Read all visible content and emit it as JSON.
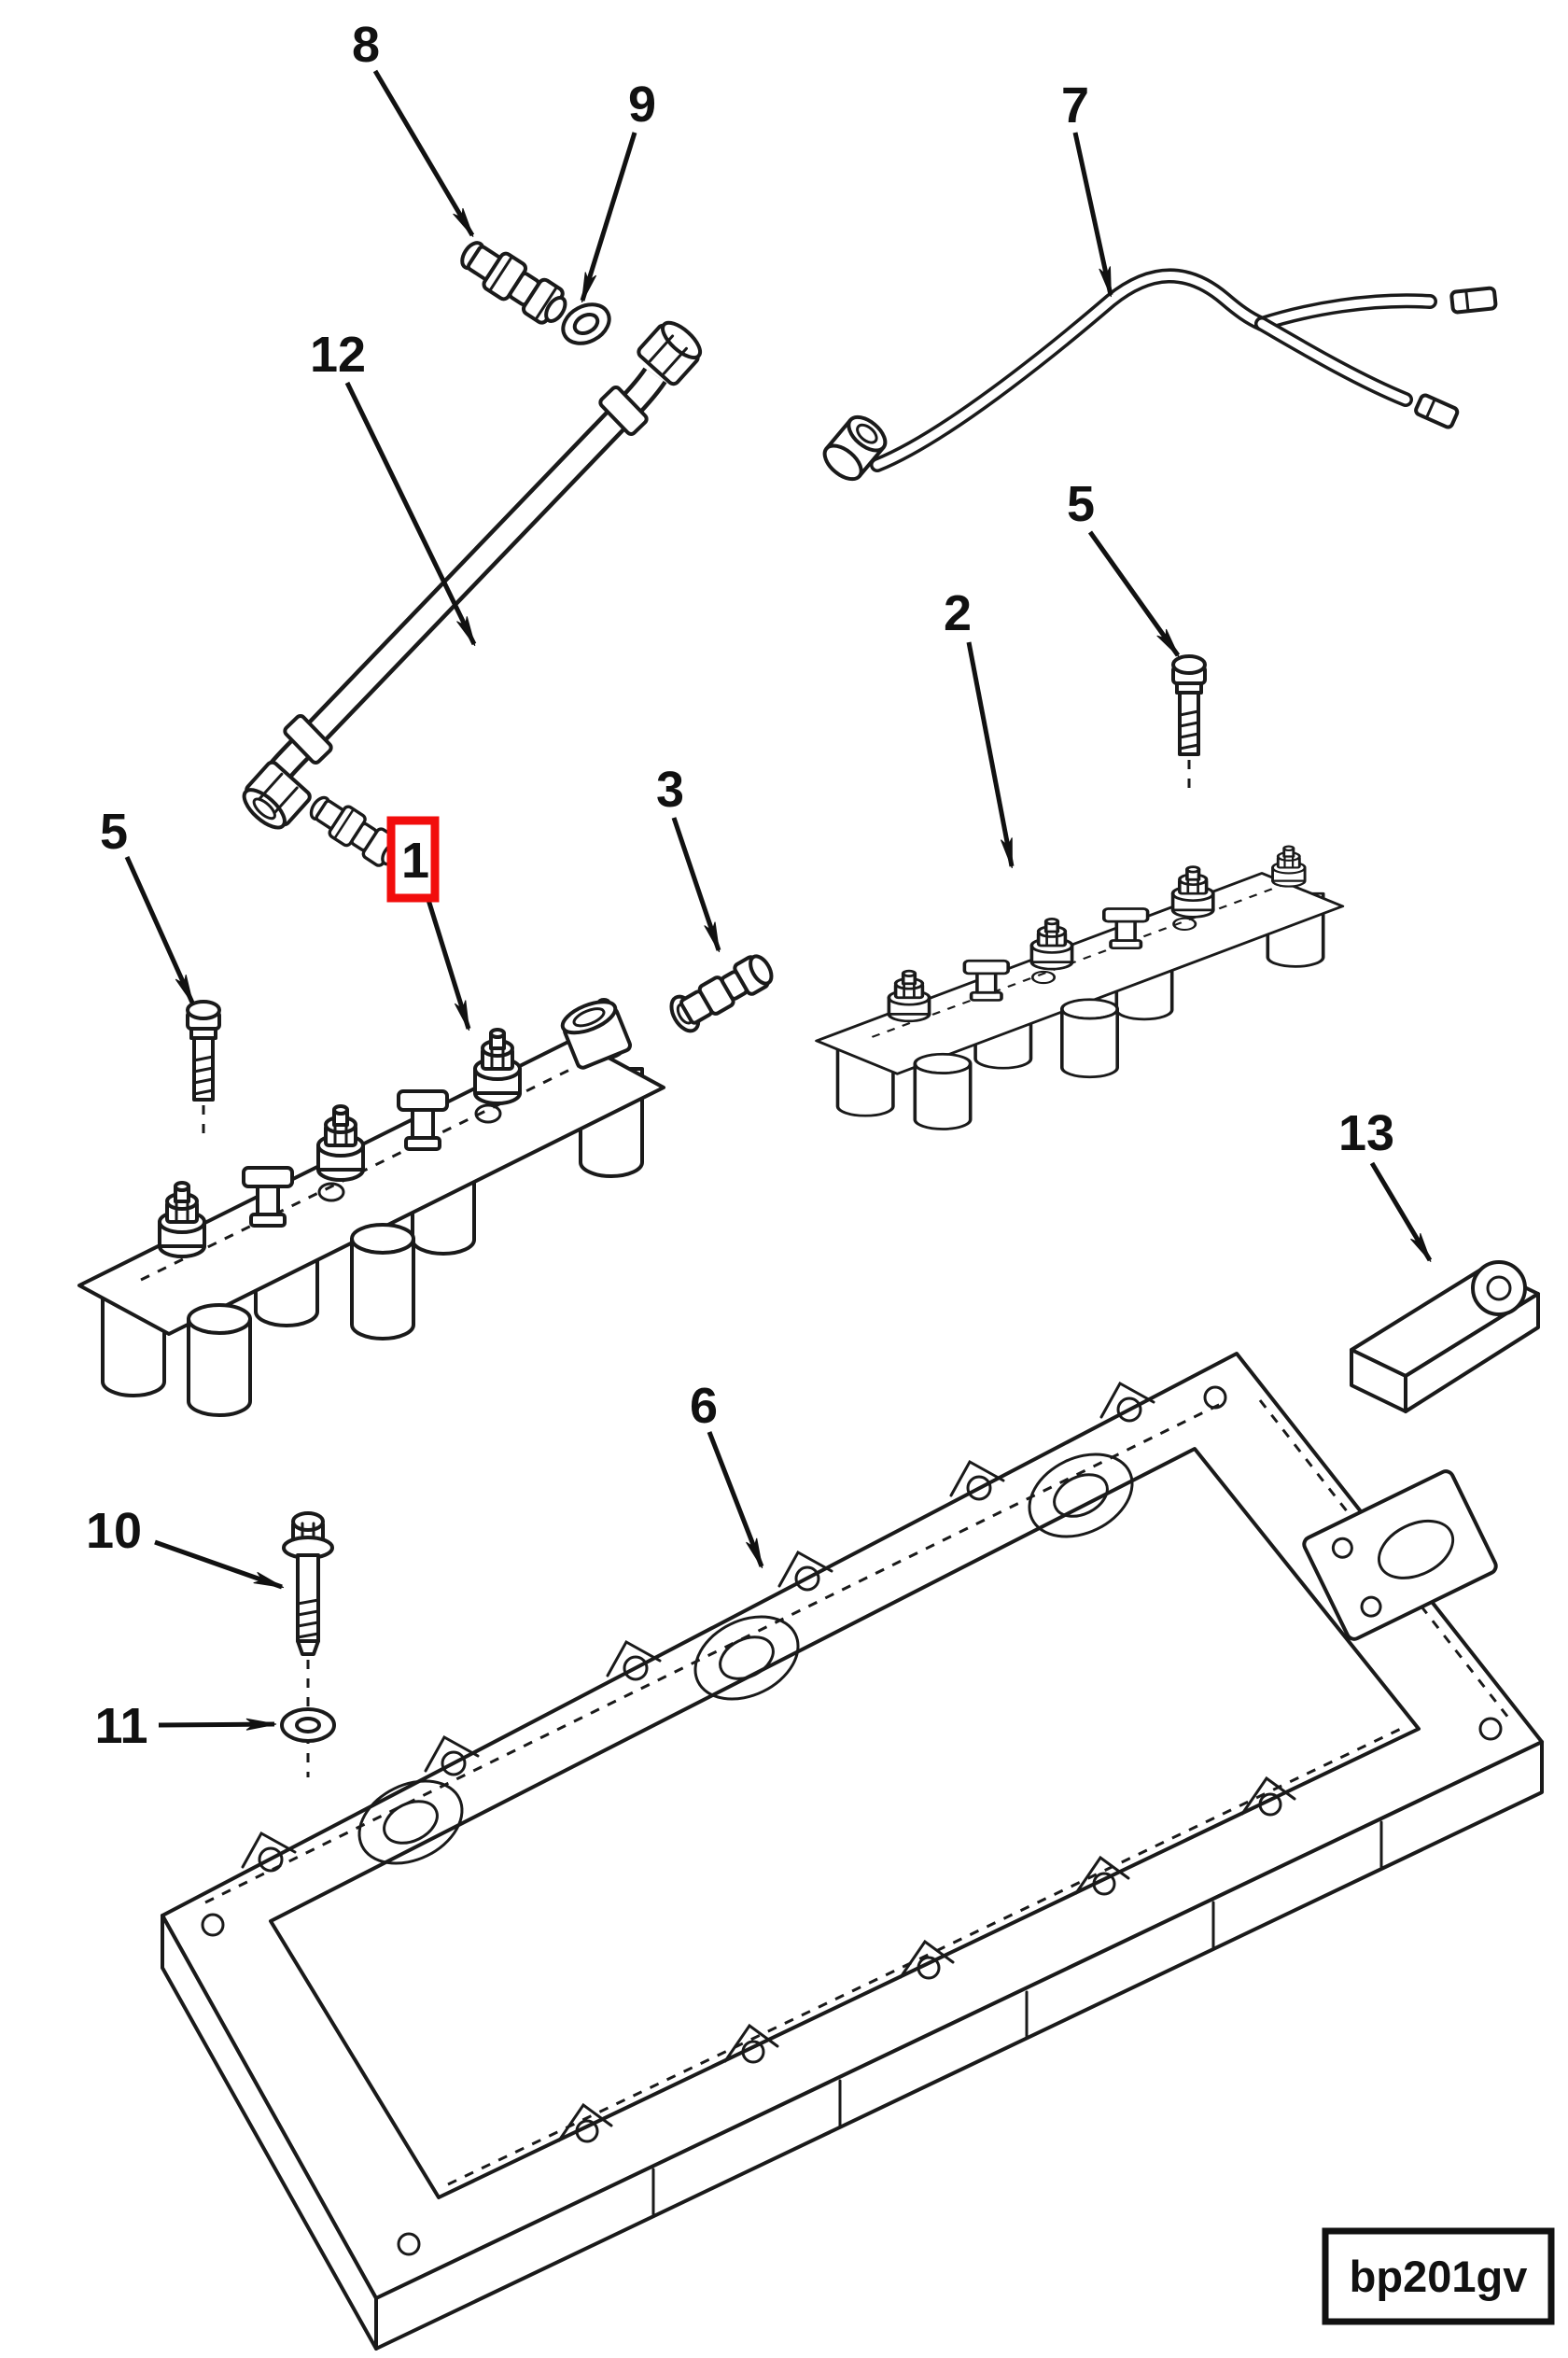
{
  "diagram": {
    "figure_code": "bp201gv",
    "highlight_color": "#f20d0c",
    "line_color": "#1a1a1a",
    "highlighted_callout": "1",
    "callouts": [
      {
        "id": "8",
        "label": "8",
        "highlighted": false
      },
      {
        "id": "9",
        "label": "9",
        "highlighted": false
      },
      {
        "id": "12",
        "label": "12",
        "highlighted": false
      },
      {
        "id": "7",
        "label": "7",
        "highlighted": false
      },
      {
        "id": "5-right",
        "label": "5",
        "highlighted": false
      },
      {
        "id": "2",
        "label": "2",
        "highlighted": false
      },
      {
        "id": "3",
        "label": "3",
        "highlighted": false
      },
      {
        "id": "1",
        "label": "1",
        "highlighted": true
      },
      {
        "id": "5-left",
        "label": "5",
        "highlighted": false
      },
      {
        "id": "13",
        "label": "13",
        "highlighted": false
      },
      {
        "id": "6",
        "label": "6",
        "highlighted": false
      },
      {
        "id": "10",
        "label": "10",
        "highlighted": false
      },
      {
        "id": "11",
        "label": "11",
        "highlighted": false
      }
    ]
  }
}
